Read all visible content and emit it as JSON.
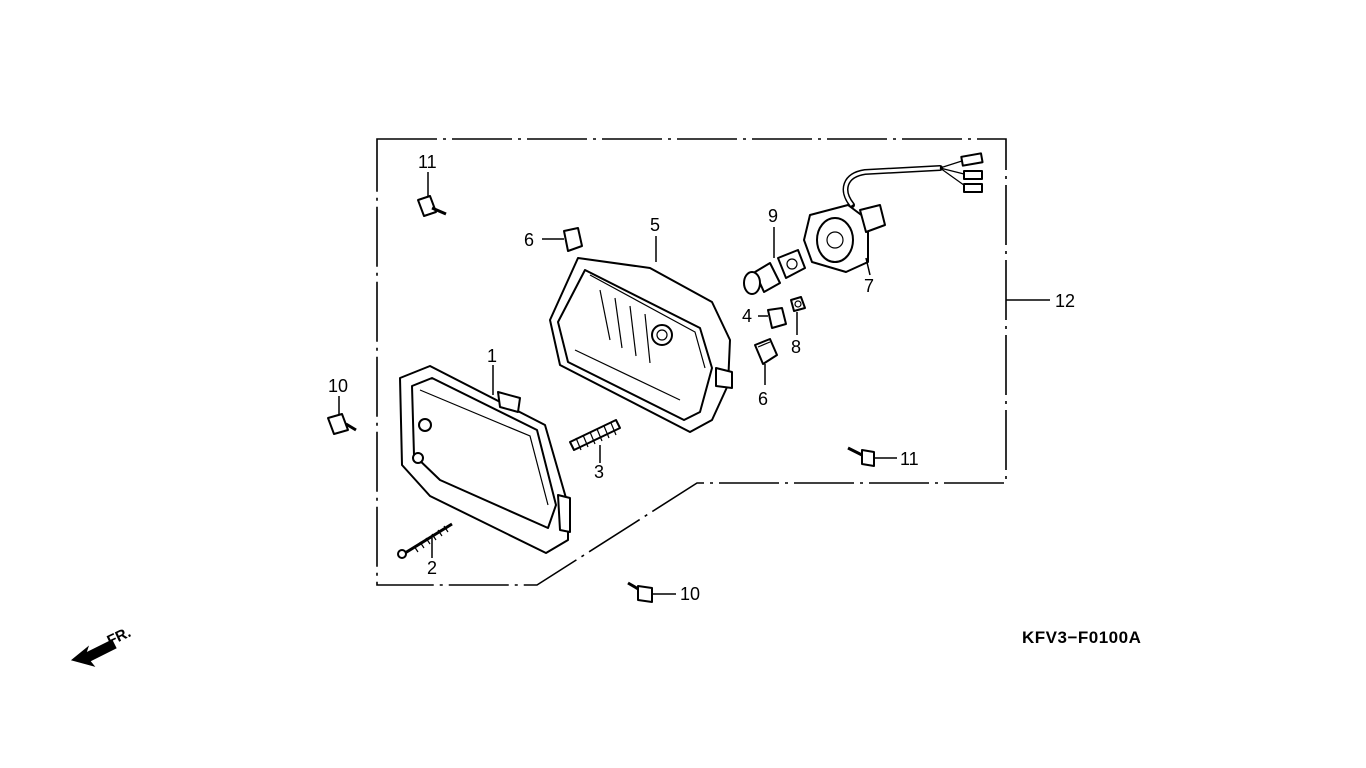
{
  "diagram": {
    "code": "KFV3−F0100A",
    "front_marker": "FR.",
    "callouts": {
      "c1": "1",
      "c2": "2",
      "c3": "3",
      "c4": "4",
      "c5": "5",
      "c6a": "6",
      "c6b": "6",
      "c7": "7",
      "c8": "8",
      "c9": "9",
      "c10a": "10",
      "c10b": "10",
      "c11a": "11",
      "c11b": "11",
      "c12": "12"
    }
  }
}
